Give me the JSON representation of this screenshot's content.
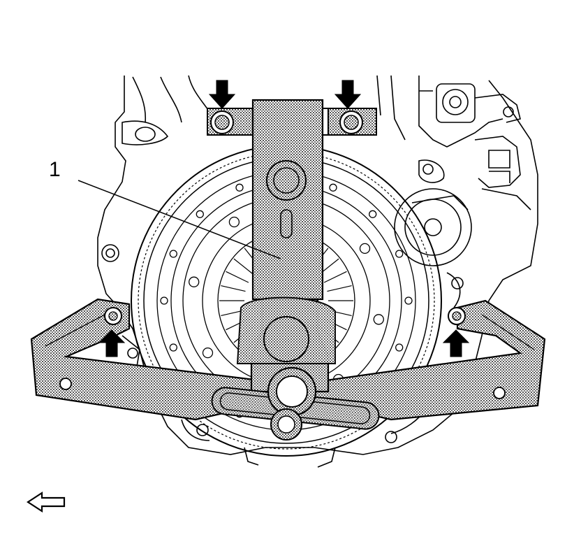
{
  "figure": {
    "callouts": [
      {
        "label": "1",
        "target": "flywheel-holding-tool"
      }
    ],
    "arrows": [
      {
        "direction": "down",
        "target": "upper-left-bolt"
      },
      {
        "direction": "down",
        "target": "upper-right-bolt"
      },
      {
        "direction": "up",
        "target": "left-lower-bolt"
      },
      {
        "direction": "up",
        "target": "right-lower-bolt"
      }
    ],
    "orientation_indicator": "left-arrow-icon",
    "colors": {
      "line": "#000000",
      "background": "#ffffff",
      "tool_fill": "#888888"
    }
  }
}
